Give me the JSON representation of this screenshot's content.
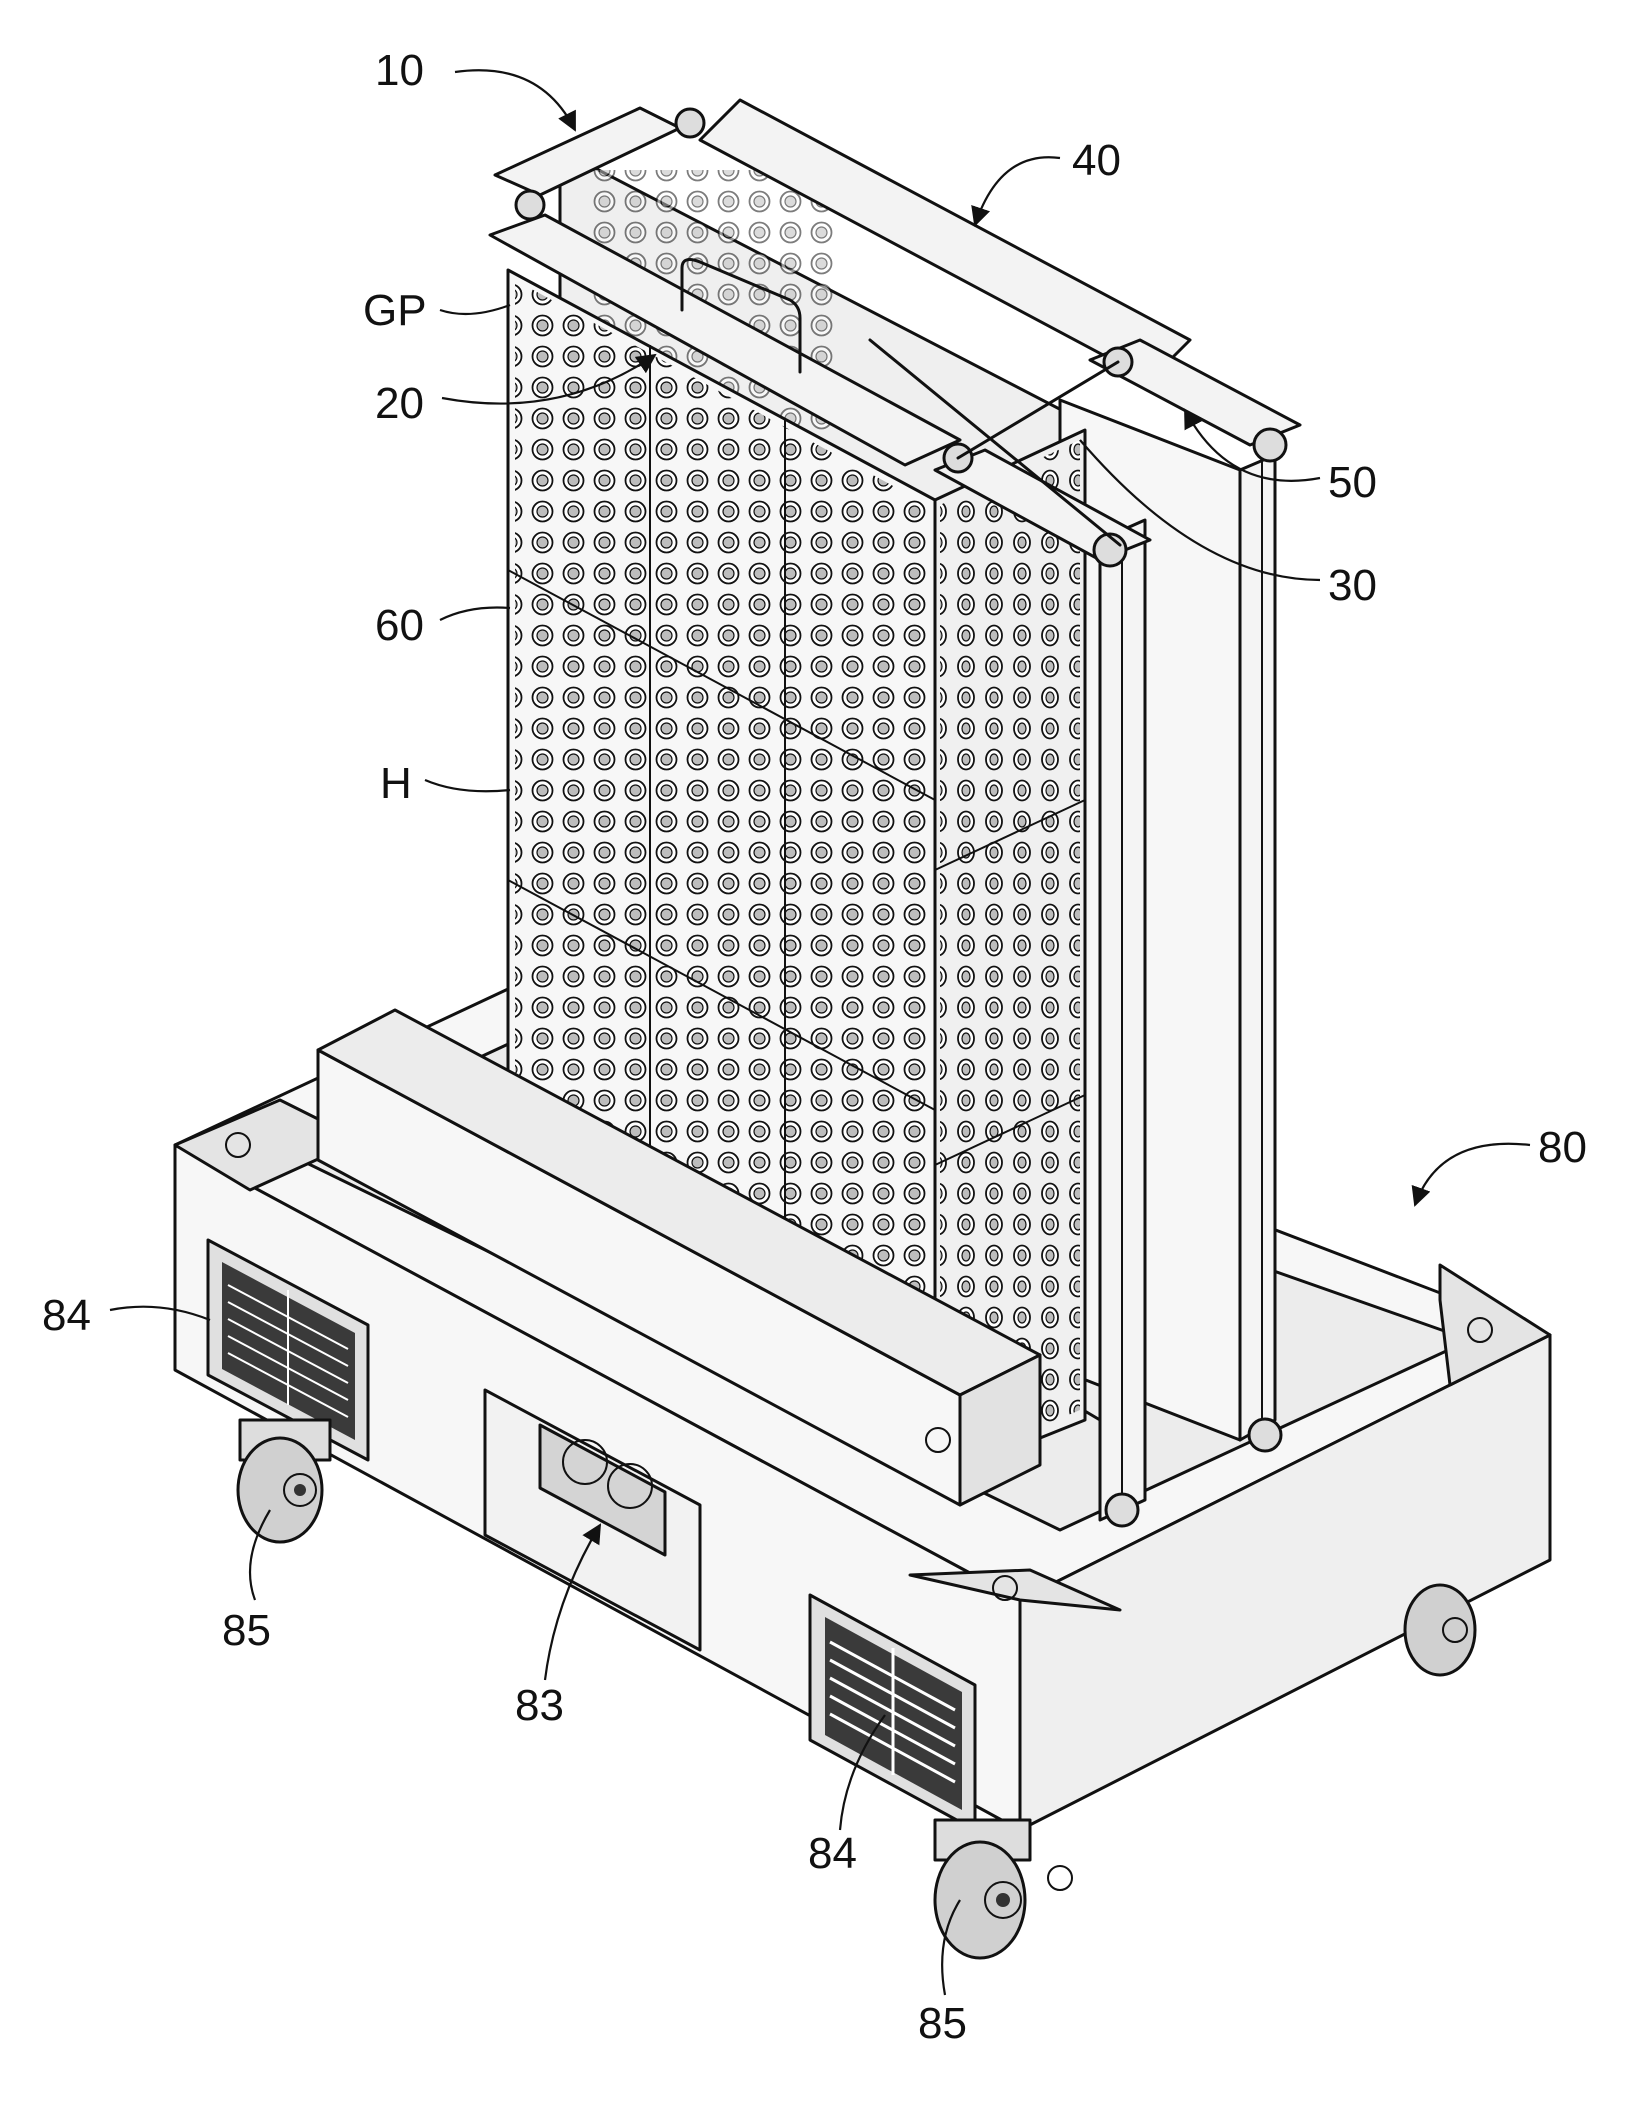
{
  "figure": {
    "labels": {
      "l10": "10",
      "l40": "40",
      "lGP": "GP",
      "l20": "20",
      "l50": "50",
      "l30": "30",
      "l60": "60",
      "lH": "H",
      "l80": "80",
      "l84a": "84",
      "l85a": "85",
      "l83": "83",
      "l84b": "84",
      "l85b": "85"
    },
    "colors": {
      "line": "#111111",
      "panel": "#f7f7f7",
      "shade": "#d9d9d9",
      "dark": "#333333",
      "background": "#ffffff"
    }
  }
}
